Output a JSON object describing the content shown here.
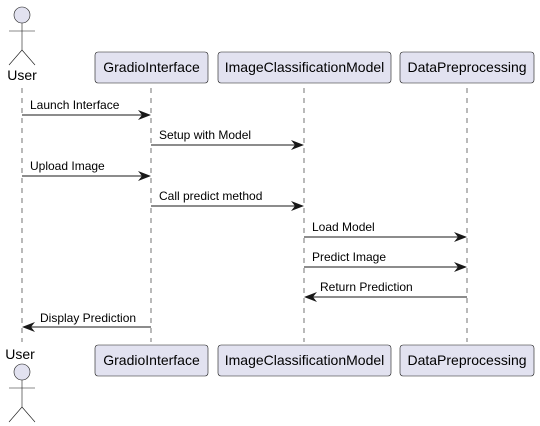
{
  "participants": [
    {
      "id": "user",
      "label": "User",
      "type": "actor"
    },
    {
      "id": "gradio",
      "label": "GradioInterface",
      "type": "participant"
    },
    {
      "id": "model",
      "label": "ImageClassificationModel",
      "type": "participant"
    },
    {
      "id": "prep",
      "label": "DataPreprocessing",
      "type": "participant"
    }
  ],
  "messages": [
    {
      "from": "user",
      "to": "gradio",
      "label": "Launch Interface"
    },
    {
      "from": "gradio",
      "to": "model",
      "label": "Setup with Model"
    },
    {
      "from": "user",
      "to": "gradio",
      "label": "Upload Image"
    },
    {
      "from": "gradio",
      "to": "model",
      "label": "Call predict method"
    },
    {
      "from": "model",
      "to": "prep",
      "label": "Load Model"
    },
    {
      "from": "model",
      "to": "prep",
      "label": "Predict Image"
    },
    {
      "from": "prep",
      "to": "model",
      "label": "Return Prediction"
    },
    {
      "from": "gradio",
      "to": "user",
      "label": "Display Prediction"
    }
  ],
  "colors": {
    "box_fill": "#E2E2F0",
    "stroke": "#181818",
    "text": "#000000"
  }
}
